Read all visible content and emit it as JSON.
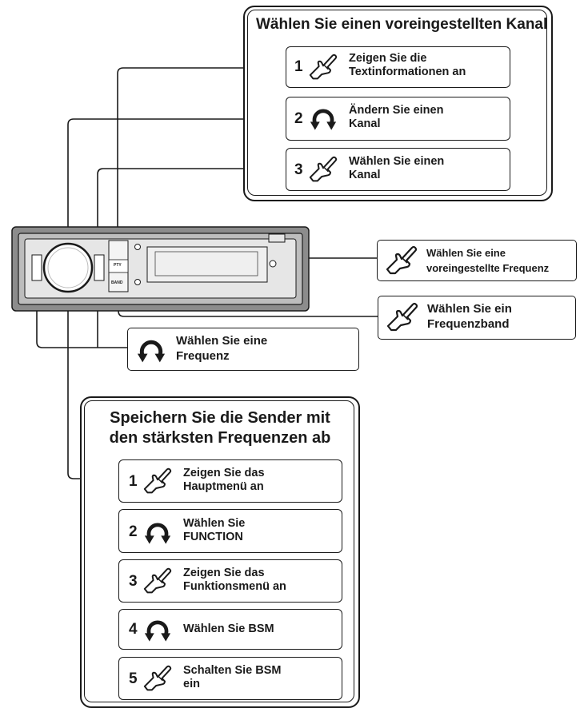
{
  "top_panel": {
    "title": "Wählen Sie einen voreingestellten Kanal",
    "steps": [
      {
        "num": "1",
        "icon": "hand-press-icon",
        "line1": "Zeigen Sie die",
        "line2": "Textinformationen an"
      },
      {
        "num": "2",
        "icon": "rotate-knob-icon",
        "line1": "Ändern Sie einen",
        "line2": "Kanal"
      },
      {
        "num": "3",
        "icon": "hand-press-icon",
        "line1": "Wählen Sie einen",
        "line2": "Kanal"
      }
    ]
  },
  "unit": {
    "labels": {
      "pty": "PTY",
      "band": "BAND"
    }
  },
  "callouts": {
    "preset": {
      "line1": "Wählen Sie eine",
      "line2": "voreingestellte Frequenz",
      "icon": "hand-press-icon"
    },
    "band": {
      "line1": "Wählen Sie ein",
      "line2": "Frequenzband",
      "icon": "hand-press-icon"
    },
    "frequency": {
      "line1": "Wählen Sie eine",
      "line2": "Frequenz",
      "icon": "rotate-knob-icon"
    }
  },
  "bottom_panel": {
    "title_line1": "Speichern Sie die Sender mit",
    "title_line2": "den stärksten Frequenzen ab",
    "steps": [
      {
        "num": "1",
        "icon": "hand-press-icon",
        "line1": "Zeigen Sie das",
        "line2": "Hauptmenü an"
      },
      {
        "num": "2",
        "icon": "rotate-knob-icon",
        "line1": "Wählen Sie",
        "line2": "FUNCTION"
      },
      {
        "num": "3",
        "icon": "hand-press-icon",
        "line1": "Zeigen Sie das",
        "line2": "Funktionsmenü an"
      },
      {
        "num": "4",
        "icon": "rotate-knob-icon",
        "line1": "Wählen Sie BSM",
        "line2": ""
      },
      {
        "num": "5",
        "icon": "hand-press-icon",
        "line1": "Schalten Sie BSM",
        "line2": "ein"
      }
    ]
  }
}
